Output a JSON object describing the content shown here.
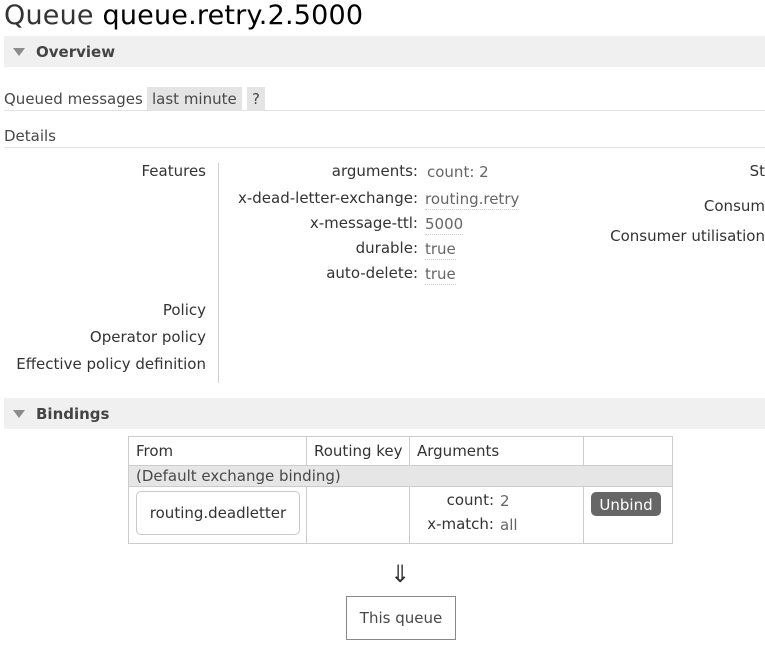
{
  "page": {
    "title_prefix": "Queue",
    "queue_name": "queue.retry.2.5000"
  },
  "overview": {
    "section_label": "Overview",
    "queued_messages_label": "Queued messages",
    "time_range": "last minute",
    "help": "?",
    "details_label": "Details"
  },
  "details": {
    "features_label": "Features",
    "policy_label": "Policy",
    "operator_policy_label": "Operator policy",
    "effective_policy_label": "Effective policy definition",
    "features": [
      {
        "key": "arguments:",
        "value": "count: 2"
      },
      {
        "key": "x-dead-letter-exchange:",
        "value": "routing.retry"
      },
      {
        "key": "x-message-ttl:",
        "value": "5000"
      },
      {
        "key": "durable:",
        "value": "true"
      },
      {
        "key": "auto-delete:",
        "value": "true"
      }
    ],
    "right_labels": {
      "state": "St",
      "consumers": "Consum",
      "consumer_utilisation": "Consumer utilisation"
    }
  },
  "bindings": {
    "section_label": "Bindings",
    "columns": [
      "From",
      "Routing key",
      "Arguments",
      ""
    ],
    "default_binding": "(Default exchange binding)",
    "rows": [
      {
        "from": "routing.deadletter",
        "routing_key": "",
        "arguments": [
          {
            "key": "count:",
            "value": "2"
          },
          {
            "key": "x-match:",
            "value": "all"
          }
        ],
        "action": "Unbind"
      }
    ],
    "arrow": "⇓",
    "this_queue": "This queue"
  },
  "icons": {
    "section_toggle": "triangle-down-icon"
  },
  "colors": {
    "section_header_bg": "#f0f0f0",
    "pill_bg": "#e4e4e4",
    "unbind_button": "#666666"
  }
}
